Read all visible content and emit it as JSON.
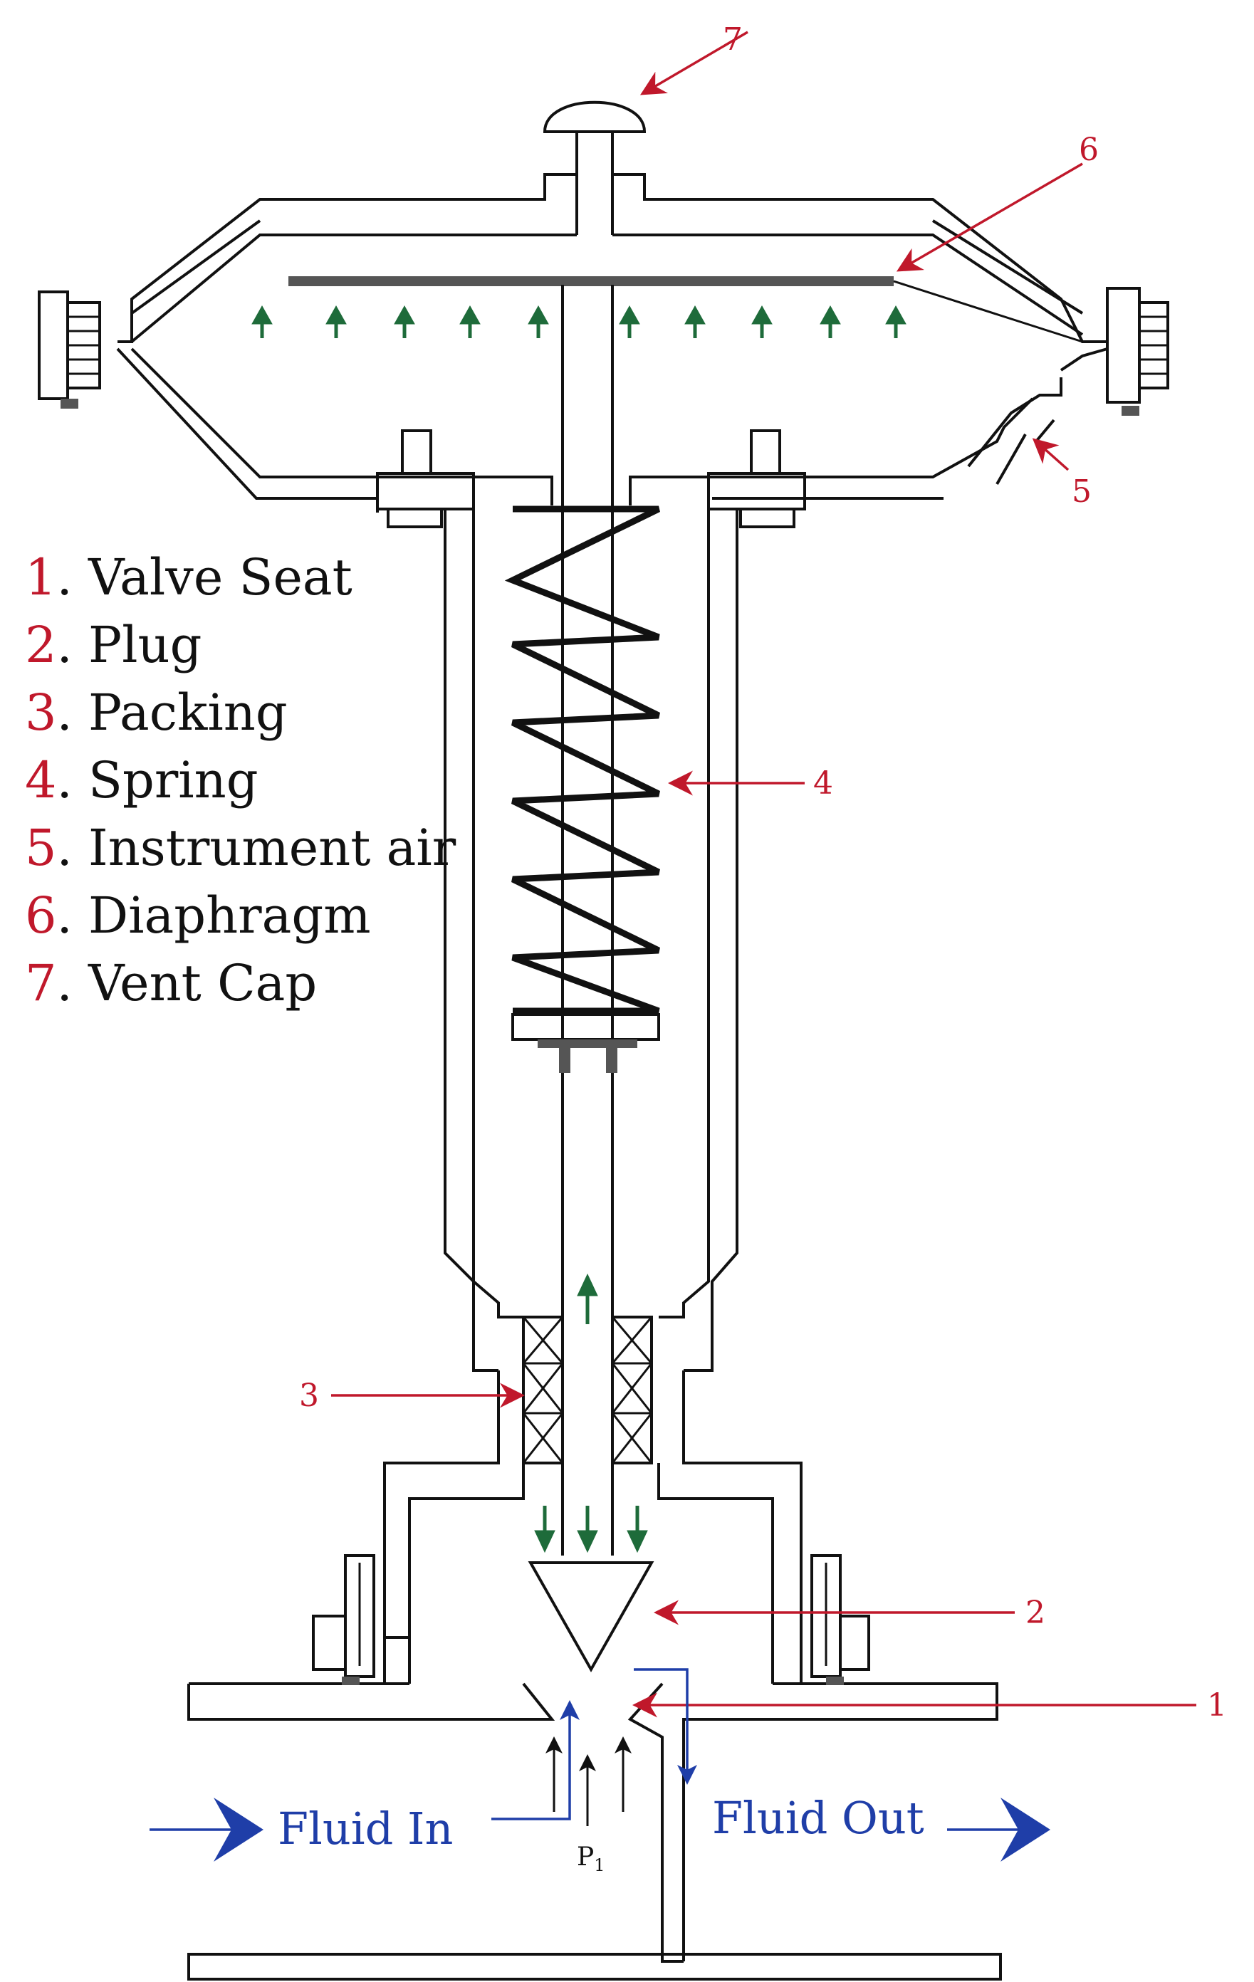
{
  "legend": [
    {
      "num": "1",
      "text": ". Valve Seat"
    },
    {
      "num": "2",
      "text": ". Plug"
    },
    {
      "num": "3",
      "text": ". Packing"
    },
    {
      "num": "4",
      "text": ". Spring"
    },
    {
      "num": "5",
      "text": ". Instrument air"
    },
    {
      "num": "6",
      "text": ". Diaphragm"
    },
    {
      "num": "7",
      "text": ". Vent Cap"
    }
  ],
  "callouts": {
    "c1": "1",
    "c2": "2",
    "c3": "3",
    "c4": "4",
    "c5": "5",
    "c6": "6",
    "c7": "7"
  },
  "flow": {
    "in": "Fluid In",
    "out": "Fluid Out",
    "pressure": "P",
    "pressure_sub": "1"
  },
  "colors": {
    "callout": "#c0182b",
    "flow": "#1f3ea8",
    "air": "#1e6b3a",
    "outline": "#111111"
  }
}
